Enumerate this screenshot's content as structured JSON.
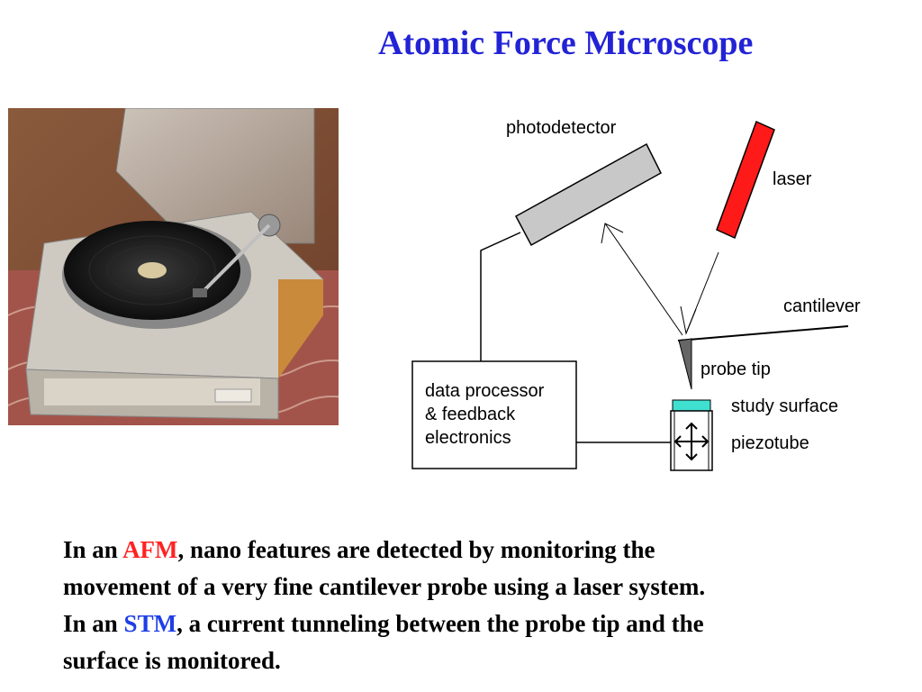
{
  "slide": {
    "title": "Atomic Force Microscope"
  },
  "photo": {
    "icon": "record-player-photo"
  },
  "diagram": {
    "labels": {
      "photodetector": "photodetector",
      "laser": "laser",
      "cantilever": "cantilever",
      "probe_tip": "probe tip",
      "study_surface": "study surface",
      "piezotube": "piezotube",
      "processor_line1": "data processor",
      "processor_line2": "& feedback",
      "processor_line3": "electronics"
    },
    "colors": {
      "laser": "#ff1a1a",
      "photodetector": "#c8c8c8",
      "study_surface": "#40e0d0"
    }
  },
  "caption": {
    "line1_pre": "In an ",
    "line1_highlight": "AFM",
    "line1_post": ", nano features are detected by monitoring the",
    "line2": "movement of a very fine cantilever probe using a laser system.",
    "line3_pre": "In an ",
    "line3_highlight": "STM",
    "line3_post": ", a current tunneling between the probe tip and the",
    "line4": "surface is monitored."
  }
}
